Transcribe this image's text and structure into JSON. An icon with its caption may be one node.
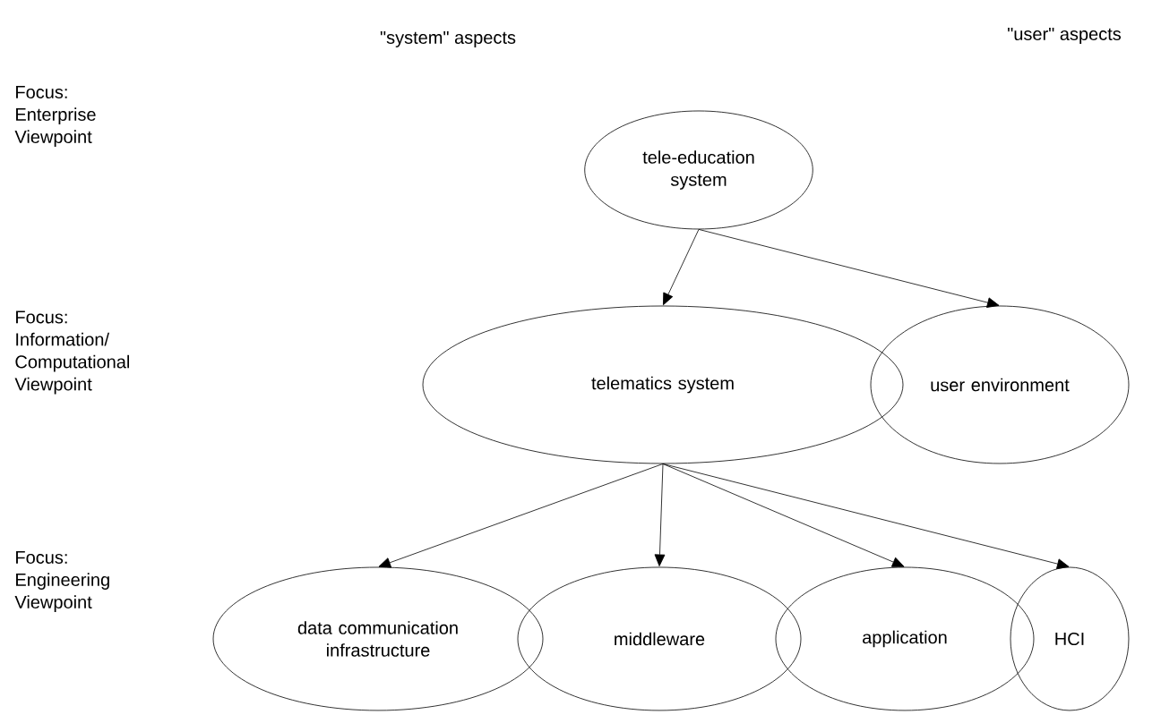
{
  "diagram": {
    "nodes": [
      {
        "text": [
          "tele-education system"
        ]
      },
      {
        "text": [
          "telematics system"
        ]
      },
      {
        "text": [
          "user environment"
        ]
      },
      {
        "text": [
          "data communication infrastructure"
        ]
      },
      {
        "text": [
          "middleware"
        ]
      },
      {
        "text": [
          "application"
        ]
      },
      {
        "text": [
          "HCI"
        ]
      }
    ],
    "edges": [
      {
        "from": 0,
        "to": 1,
        "arrow": "to"
      },
      {
        "from": 0,
        "to": 2,
        "arrow": "to"
      },
      {
        "from": 1,
        "to": 3,
        "arrow": "to"
      },
      {
        "from": 1,
        "to": 4,
        "arrow": "to"
      },
      {
        "from": 1,
        "to": 5,
        "arrow": "to"
      },
      {
        "from": 1,
        "to": 6,
        "arrow": "to"
      }
    ],
    "labels": [
      "\"system\" aspects",
      "\"user\" aspects",
      "Focus: Enterprise Viewpoint",
      "Focus: Information/ Computational Viewpoint",
      "Focus: Engineering Viewpoint"
    ]
  }
}
